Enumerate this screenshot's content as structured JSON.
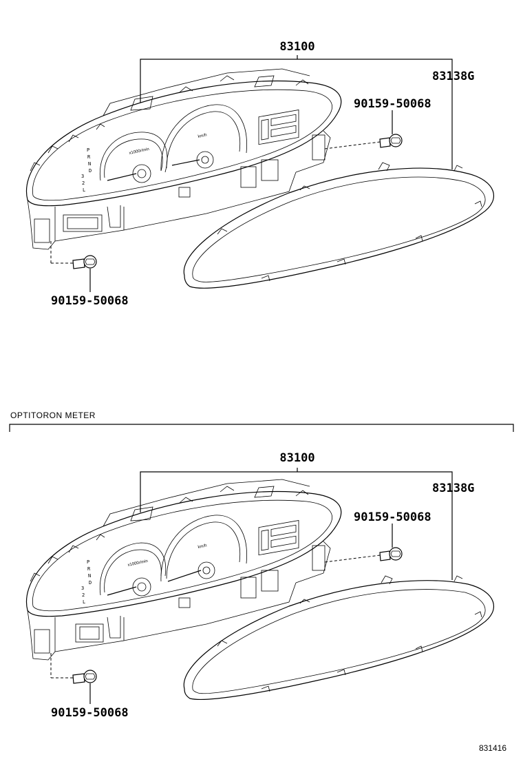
{
  "diagram": {
    "top_group": {
      "cluster_part": "83100",
      "glass_part": "83138G",
      "screw_right_part": "90159-50068",
      "screw_left_part": "90159-50068",
      "gauge_left_label": "x1000r/min",
      "gauge_right_label": "km/h"
    },
    "section_label": "OPTITORON METER",
    "bottom_group": {
      "cluster_part": "83100",
      "glass_part": "83138G",
      "screw_right_part": "90159-50068",
      "screw_left_part": "90159-50068",
      "gauge_left_label": "x1000r/min",
      "gauge_right_label": "km/h"
    },
    "gear_letters": [
      "P",
      "R",
      "N",
      "D",
      "3",
      "2",
      "L"
    ],
    "reference_number": "831416"
  }
}
